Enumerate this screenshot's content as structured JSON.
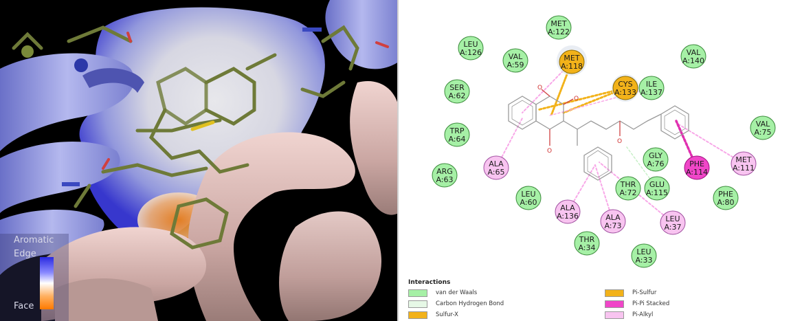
{
  "left_panel": {
    "scale_labels": {
      "top": "Aromatic",
      "middle": "Edge",
      "bottom": "Face"
    }
  },
  "colors": {
    "van_der_waals": "#a6f0a6",
    "carbon_hydrogen_bond": "#e6f8e6",
    "sulfur_x": "#f2b21a",
    "pi_sulfur": "#f2b21a",
    "pi_pi_stacked": "#f046c8",
    "pi_alkyl": "#f8c4f0"
  },
  "residues": [
    {
      "id": "met122",
      "name": "MET",
      "num": "A:122",
      "type": "vdw"
    },
    {
      "id": "leu126",
      "name": "LEU",
      "num": "A:126",
      "type": "vdw"
    },
    {
      "id": "val59",
      "name": "VAL",
      "num": "A:59",
      "type": "vdw"
    },
    {
      "id": "met118",
      "name": "MET",
      "num": "A:118",
      "type": "sulfur"
    },
    {
      "id": "cys133",
      "name": "CYS",
      "num": "A:133",
      "type": "sulfur"
    },
    {
      "id": "ile137",
      "name": "ILE",
      "num": "A:137",
      "type": "vdw"
    },
    {
      "id": "val140",
      "name": "VAL",
      "num": "A:140",
      "type": "vdw"
    },
    {
      "id": "ser62",
      "name": "SER",
      "num": "A:62",
      "type": "vdw"
    },
    {
      "id": "trp64",
      "name": "TRP",
      "num": "A:64",
      "type": "vdw"
    },
    {
      "id": "val75",
      "name": "VAL",
      "num": "A:75",
      "type": "vdw"
    },
    {
      "id": "arg63",
      "name": "ARG",
      "num": "A:63",
      "type": "vdw"
    },
    {
      "id": "ala65",
      "name": "ALA",
      "num": "A:65",
      "type": "alkyl"
    },
    {
      "id": "gly76",
      "name": "GLY",
      "num": "A:76",
      "type": "vdw"
    },
    {
      "id": "phe114",
      "name": "PHE",
      "num": "A:114",
      "type": "pipi"
    },
    {
      "id": "met111",
      "name": "MET",
      "num": "A:111",
      "type": "alkyl"
    },
    {
      "id": "leu60",
      "name": "LEU",
      "num": "A:60",
      "type": "vdw"
    },
    {
      "id": "thr72",
      "name": "THR",
      "num": "A:72",
      "type": "vdw"
    },
    {
      "id": "glu115",
      "name": "GLU",
      "num": "A:115",
      "type": "vdw"
    },
    {
      "id": "phe80",
      "name": "PHE",
      "num": "A:80",
      "type": "vdw"
    },
    {
      "id": "ala136",
      "name": "ALA",
      "num": "A:136",
      "type": "alkyl"
    },
    {
      "id": "ala73",
      "name": "ALA",
      "num": "A:73",
      "type": "alkyl"
    },
    {
      "id": "leu37",
      "name": "LEU",
      "num": "A:37",
      "type": "alkyl"
    },
    {
      "id": "thr34",
      "name": "THR",
      "num": "A:34",
      "type": "vdw"
    },
    {
      "id": "leu33",
      "name": "LEU",
      "num": "A:33",
      "type": "vdw"
    }
  ],
  "legend": {
    "title": "Interactions",
    "items": [
      {
        "label": "van der Waals",
        "key": "van_der_waals"
      },
      {
        "label": "Carbon Hydrogen Bond",
        "key": "carbon_hydrogen_bond"
      },
      {
        "label": "Sulfur-X",
        "key": "sulfur_x"
      },
      {
        "label": "Pi-Sulfur",
        "key": "pi_sulfur"
      },
      {
        "label": "Pi-Pi Stacked",
        "key": "pi_pi_stacked"
      },
      {
        "label": "Pi-Alkyl",
        "key": "pi_alkyl"
      }
    ]
  }
}
